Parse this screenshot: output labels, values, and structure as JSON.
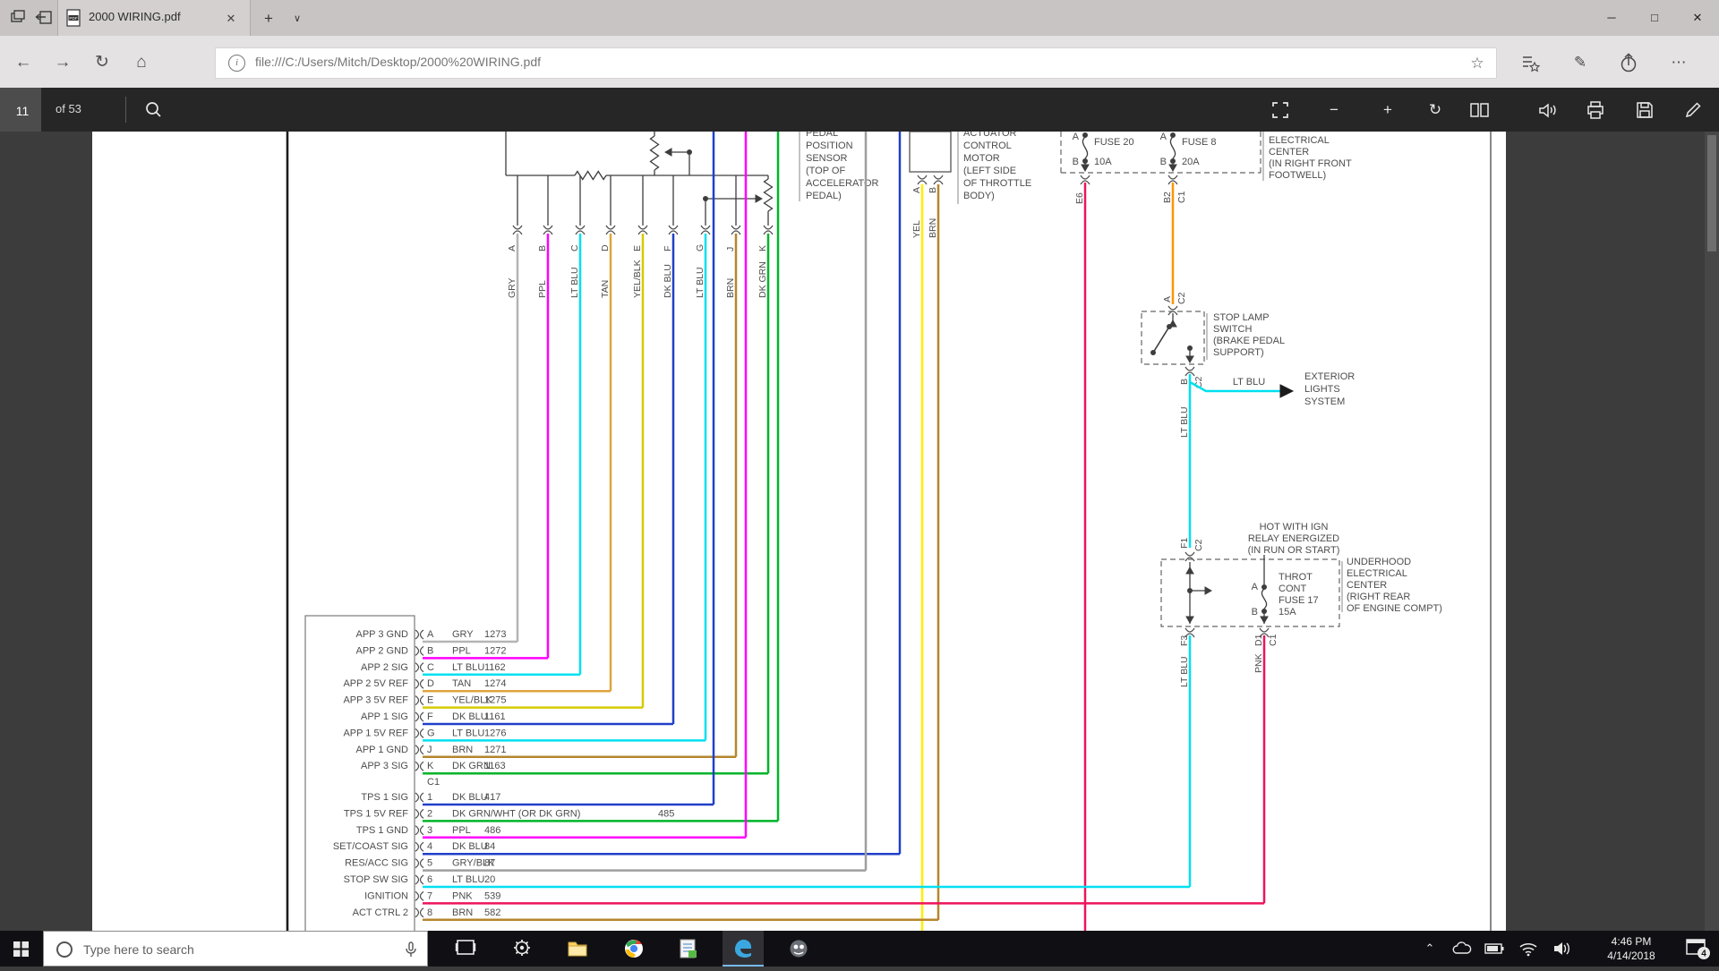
{
  "browser": {
    "tab_title": "2000 WIRING.pdf",
    "url": "file:///C:/Users/Mitch/Desktop/2000%20WIRING.pdf",
    "favicon_label": "PDF",
    "new_tab": "+",
    "close_tab": "✕"
  },
  "pdf_toolbar": {
    "page": "11",
    "of_label": "of 53"
  },
  "taskbar": {
    "search_placeholder": "Type here to search",
    "time": "4:46 PM",
    "date": "4/14/2018",
    "notification_badge": "4"
  },
  "icons": {
    "tab_left": [
      "tab-preview-icon",
      "set-tabs-aside-icon"
    ],
    "nav": [
      "back-icon",
      "forward-icon",
      "refresh-icon",
      "home-icon"
    ],
    "address_right": [
      "favorites-star-icon",
      "hub-icon",
      "annotate-pen-icon",
      "share-icon",
      "more-icon"
    ],
    "pdf_toolbar": [
      "search-icon",
      "fit-page-icon",
      "zoom-out-icon",
      "zoom-in-icon",
      "rotate-icon",
      "page-layout-icon",
      "read-aloud-icon",
      "print-icon",
      "save-icon",
      "add-notes-icon"
    ],
    "taskbar_apps": [
      "task-view-icon",
      "gear-app-icon",
      "file-explorer-icon",
      "chrome-icon",
      "notepad-app-icon",
      "edge-icon",
      "media-app-icon"
    ],
    "tray": [
      "tray-chevron-icon",
      "onedrive-cloud-icon",
      "battery-icon",
      "wifi-icon",
      "volume-icon",
      "action-center-icon"
    ]
  },
  "diagram": {
    "text_color": "#4d4d4d",
    "wire_colors": {
      "GRY": "#b4b4b4",
      "PPL": "#ff00ff",
      "LT BLU": "#00e0f0",
      "TAN": "#dfa43c",
      "YEL/BLK": "#d5cb00",
      "DK BLU": "#2040c8",
      "BRN": "#b5862c",
      "DK GRN": "#00b428",
      "PNK": "#ed145b",
      "ORG": "#ff9400",
      "YEL": "#ffee00",
      "DK GRN/WHT (OR DK GRN)": "#00b428",
      "GRY/BLK": "#9e9e9e"
    },
    "sensor_label": [
      "PEDAL",
      "POSITION",
      "SENSOR",
      "(TOP OF",
      "ACCELERATOR",
      "PEDAL)"
    ],
    "motor_label": [
      "ACTUATOR",
      "CONTROL",
      "MOTOR",
      "(LEFT SIDE",
      "OF THROTTLE",
      "BODY)"
    ],
    "motor_pins": [
      {
        "pin": "A",
        "color": "YEL"
      },
      {
        "pin": "B",
        "color": "BRN"
      }
    ],
    "fuse_box": {
      "label": [
        "ELECTRICAL",
        "CENTER",
        "(IN RIGHT FRONT",
        "FOOTWELL)"
      ],
      "fuse20": {
        "pin_a": "A",
        "name": "FUSE 20",
        "pin_b": "B",
        "rating": "10A",
        "exit_pin": "E6",
        "wire": "PNK"
      },
      "fuse8": {
        "pin_a": "A",
        "name": "FUSE 8",
        "pin_b": "B",
        "rating": "20A",
        "exit_pin": "B2",
        "exit_conn": "C1",
        "wire": "ORG"
      }
    },
    "stop_switch": {
      "label": [
        "STOP LAMP",
        "SWITCH",
        "(BRAKE PEDAL",
        "SUPPORT)"
      ],
      "pin_in": "A",
      "conn_in": "C2",
      "pin_out": "B",
      "conn_out": "C2",
      "wire": "LT BLU"
    },
    "exterior": {
      "wire_label": "LT BLU",
      "label": [
        "EXTERIOR",
        "LIGHTS",
        "SYSTEM"
      ]
    },
    "hot_label": [
      "HOT WITH IGN",
      "RELAY ENERGIZED",
      "(IN RUN OR START)"
    ],
    "underhood": {
      "pin_in": "F1",
      "conn_in": "C2",
      "fuse_label": [
        "THROT",
        "CONT",
        "FUSE 17",
        "15A"
      ],
      "fuse_pin_a": "A",
      "fuse_pin_b": "B",
      "label": [
        "UNDERHOOD",
        "ELECTRICAL",
        "CENTER",
        "(RIGHT REAR",
        "OF ENGINE COMPT)"
      ],
      "exit_left": {
        "pin": "F3",
        "wire": "LT BLU"
      },
      "exit_right": {
        "pin": "D1",
        "wire": "PNK",
        "conn": "C1"
      }
    },
    "connector_mid_label": "C1",
    "rows_letters": [
      {
        "label": "APP 3 GND",
        "pin": "A",
        "color": "GRY",
        "circuit": "1273"
      },
      {
        "label": "APP 2 GND",
        "pin": "B",
        "color": "PPL",
        "circuit": "1272"
      },
      {
        "label": "APP 2 SIG",
        "pin": "C",
        "color": "LT BLU",
        "circuit": "1162"
      },
      {
        "label": "APP 2 5V REF",
        "pin": "D",
        "color": "TAN",
        "circuit": "1274"
      },
      {
        "label": "APP 3 5V REF",
        "pin": "E",
        "color": "YEL/BLK",
        "circuit": "1275"
      },
      {
        "label": "APP 1 SIG",
        "pin": "F",
        "color": "DK BLU",
        "circuit": "1161"
      },
      {
        "label": "APP 1 5V REF",
        "pin": "G",
        "color": "LT BLU",
        "circuit": "1276"
      },
      {
        "label": "APP 1 GND",
        "pin": "J",
        "color": "BRN",
        "circuit": "1271"
      },
      {
        "label": "APP 3 SIG",
        "pin": "K",
        "color": "DK GRN",
        "circuit": "1163"
      }
    ],
    "rows_numbers": [
      {
        "label": "TPS 1 SIG",
        "pin": "1",
        "color": "DK BLU",
        "circuit": "417"
      },
      {
        "label": "TPS 1 5V REF",
        "pin": "2",
        "color": "DK GRN/WHT (OR DK GRN)",
        "circuit": "485"
      },
      {
        "label": "TPS 1 GND",
        "pin": "3",
        "color": "PPL",
        "circuit": "486"
      },
      {
        "label": "SET/COAST SIG",
        "pin": "4",
        "color": "DK BLU",
        "circuit": "84"
      },
      {
        "label": "RES/ACC SIG",
        "pin": "5",
        "color": "GRY/BLK",
        "circuit": "87"
      },
      {
        "label": "STOP SW SIG",
        "pin": "6",
        "color": "LT BLU",
        "circuit": "20"
      },
      {
        "label": "IGNITION",
        "pin": "7",
        "color": "PNK",
        "circuit": "539"
      },
      {
        "label": "ACT CTRL 2",
        "pin": "8",
        "color": "BRN",
        "circuit": "582"
      }
    ]
  }
}
